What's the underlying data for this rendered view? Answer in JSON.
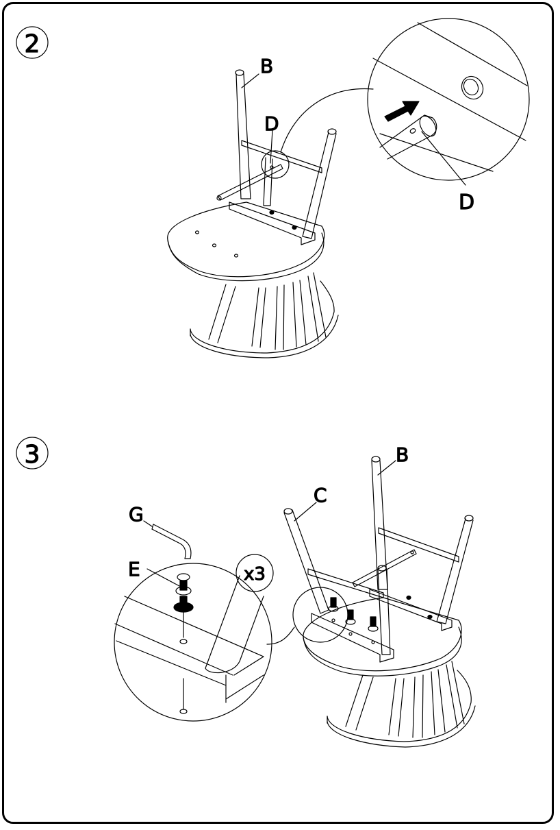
{
  "steps": [
    {
      "number": "2",
      "labels": {
        "part_b": "B",
        "part_d_main": "D",
        "part_d_detail": "D"
      }
    },
    {
      "number": "3",
      "labels": {
        "part_b": "B",
        "part_c": "C",
        "part_g": "G",
        "part_e": "E",
        "quantity": "x3"
      }
    }
  ],
  "colors": {
    "ink": "#000000",
    "paper": "#ffffff"
  }
}
